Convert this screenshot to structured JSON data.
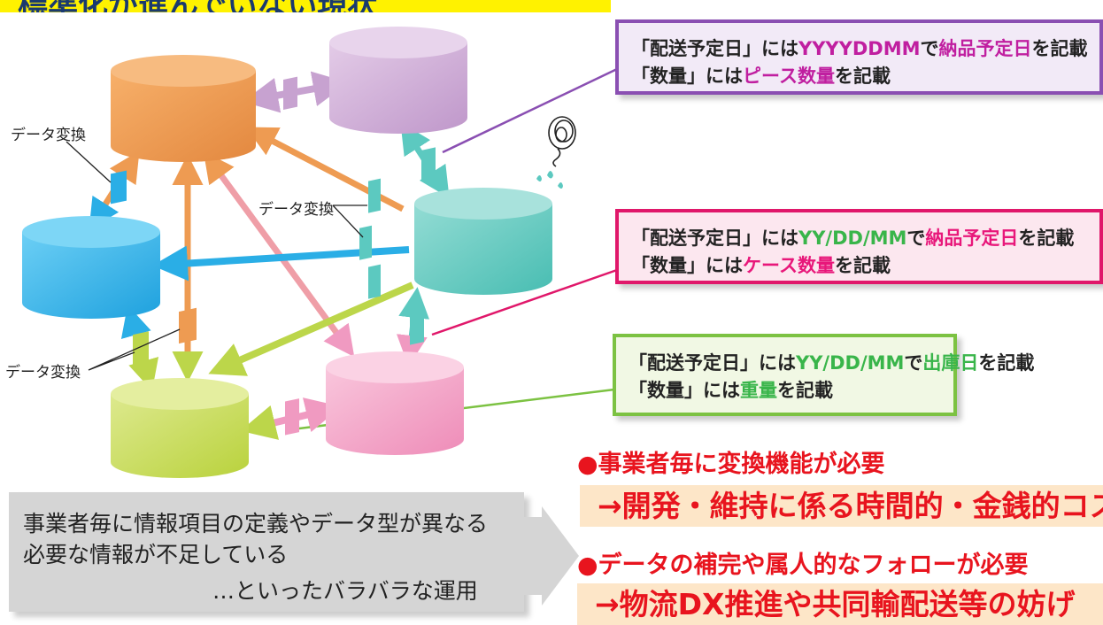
{
  "title": "標準化が進んでいない現状",
  "labels": {
    "conv_top_left": "データ変換",
    "conv_center": "データ変換",
    "conv_bottom_left": "データ変換"
  },
  "notes": [
    {
      "l1_a": "「配送予定日」には",
      "l1_b": "YYYYDDMM",
      "l1_c": "で",
      "l1_d": "納品予定日",
      "l1_e": "を記載",
      "l2_a": "「数量」には",
      "l2_b": "ピース数量",
      "l2_c": "を記載"
    },
    {
      "l1_a": "「配送予定日」には",
      "l1_b": "YY/DD/MM",
      "l1_c": "で",
      "l1_d": "納品予定日",
      "l1_e": "を記載",
      "l2_a": "「数量」には",
      "l2_b": "ケース数量",
      "l2_c": "を記載"
    },
    {
      "l1_a": "「配送予定日」には",
      "l1_b": "YY/DD/MM",
      "l1_c": "で",
      "l1_d": "出庫日",
      "l1_e": "を記載",
      "l2_a": "「数量」には",
      "l2_b": "重量",
      "l2_c": "を記載"
    }
  ],
  "bullets": {
    "b1": "●事業者毎に変換機能が必要",
    "b1_cost": "→開発・維持に係る時間的・金銭的コスト",
    "b2": "●データの補完や属人的なフォローが必要",
    "b2_cost": "→物流DX推進や共同輸配送等の妨げ"
  },
  "summary": {
    "line1": "事業者毎に情報項目の定義やデータ型が異なる",
    "line2": "必要な情報が不足している",
    "line3": "…といったバラバラな運用"
  },
  "colors": {
    "orange": "#ee9b52",
    "purple": "#c9a6d2",
    "blue": "#2fb2ea",
    "teal": "#5cc9c0",
    "green": "#c7dc5a",
    "pink": "#f5a3c7",
    "accent_red": "#e8141e",
    "title_yellow": "#fff200"
  }
}
